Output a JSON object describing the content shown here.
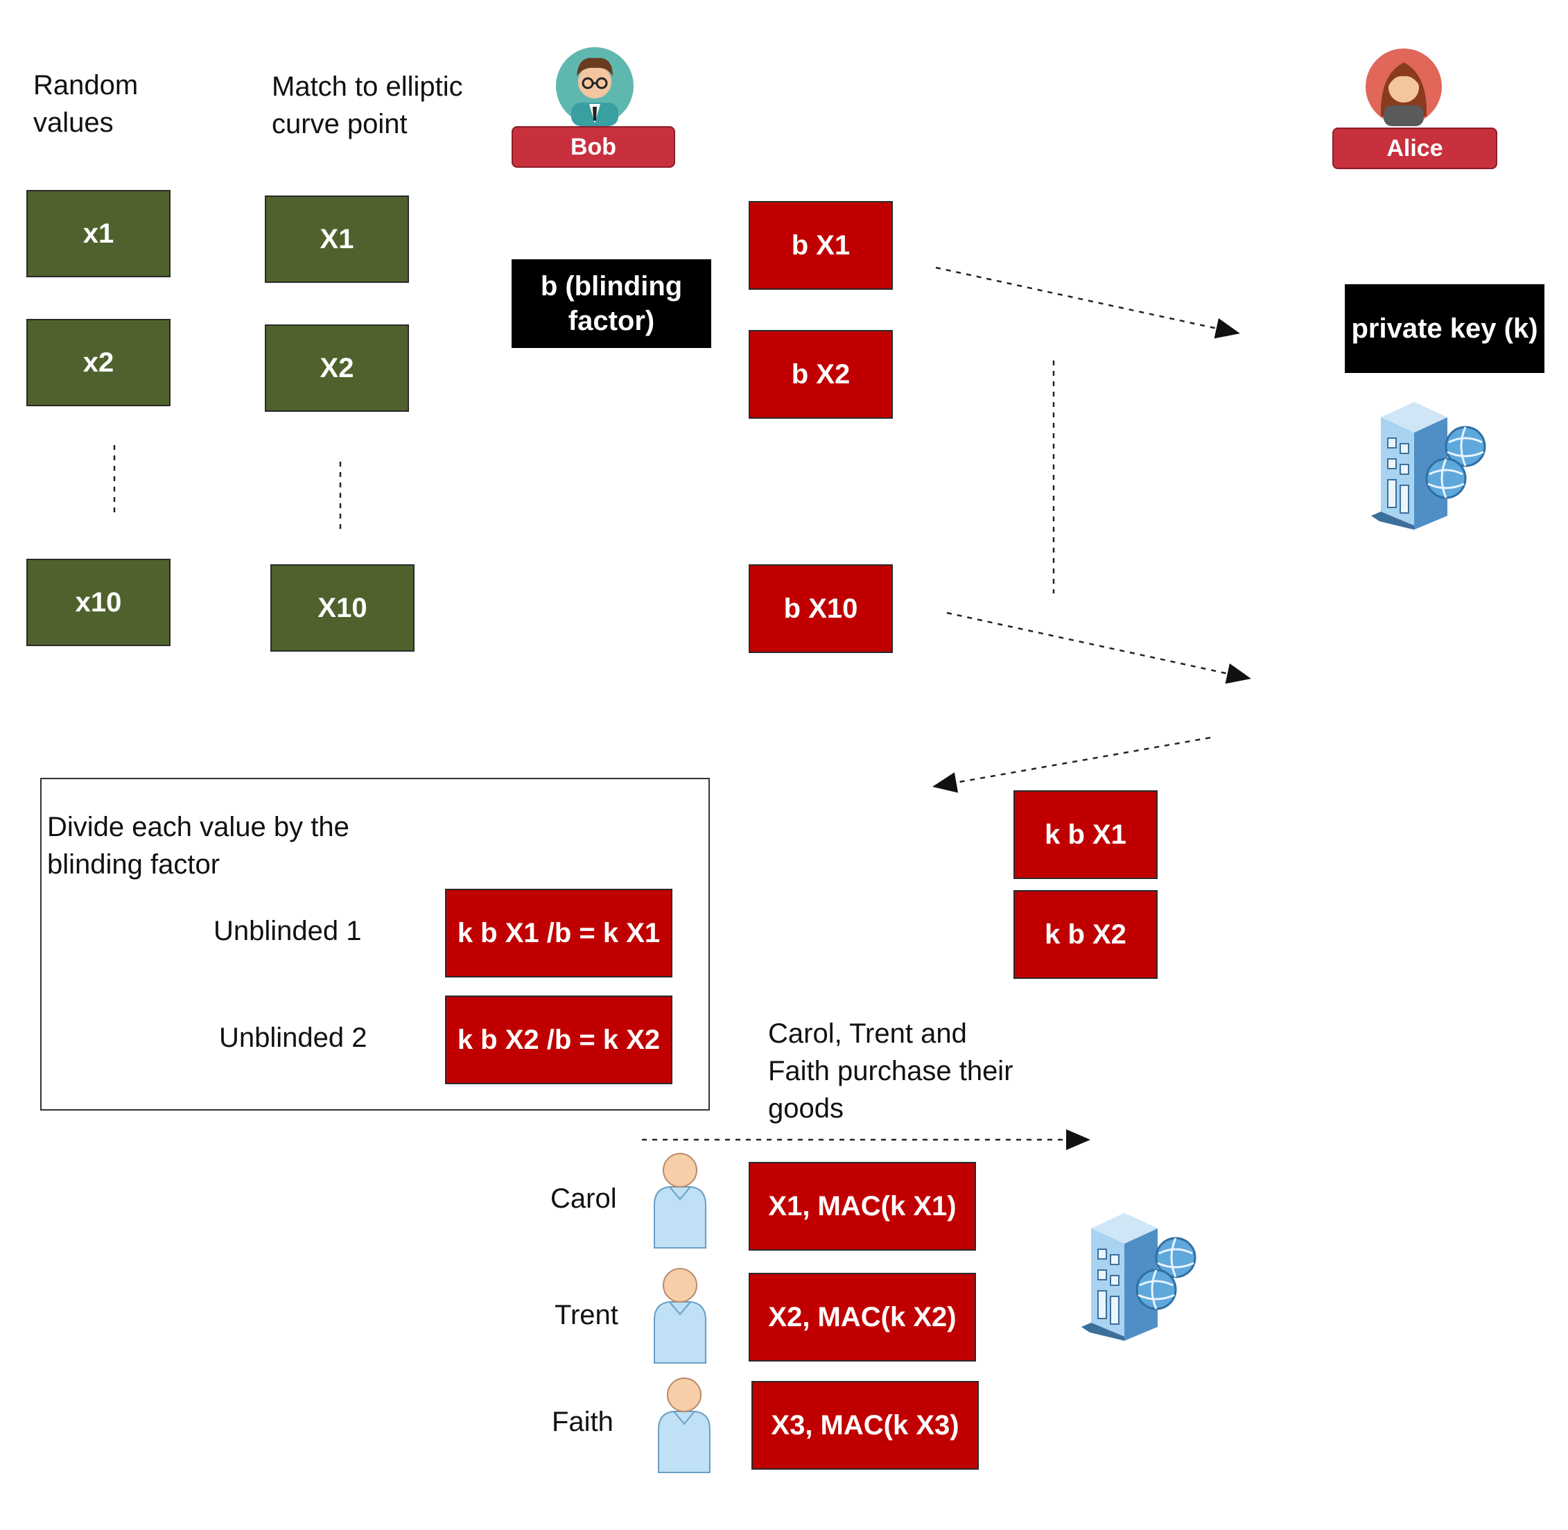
{
  "headers": {
    "random_values": "Random\nvalues",
    "match_curve": "Match to elliptic\ncurve point"
  },
  "actors": {
    "bob": "Bob",
    "alice": "Alice"
  },
  "random_boxes": [
    "x1",
    "x2",
    "x10"
  ],
  "curve_boxes": [
    "X1",
    "X2",
    "X10"
  ],
  "blinding_factor": "b (blinding\nfactor)",
  "blinded_boxes": [
    "b X1",
    "b X2",
    "b X10"
  ],
  "private_key": "private key (k)",
  "signed_boxes": [
    "k b X1",
    "k b X2"
  ],
  "unblind_panel": {
    "title": "Divide each value by the\nblinding factor",
    "rows": [
      {
        "label": "Unblinded 1",
        "value": "k b X1 /b = k X1"
      },
      {
        "label": "Unblinded 2",
        "value": "k b X2 /b = k X2"
      }
    ]
  },
  "purchase_note": "Carol, Trent and\nFaith purchase their\ngoods",
  "users": [
    {
      "name": "Carol",
      "token": "X1, MAC(k X1)"
    },
    {
      "name": "Trent",
      "token": "X2, MAC(k X2)"
    },
    {
      "name": "Faith",
      "token": "X3, MAC(k X3)"
    }
  ],
  "colors": {
    "green_box": "#4f622d",
    "red_box": "#c00000",
    "black_box": "#000000",
    "name_badge": "#c9303e"
  }
}
